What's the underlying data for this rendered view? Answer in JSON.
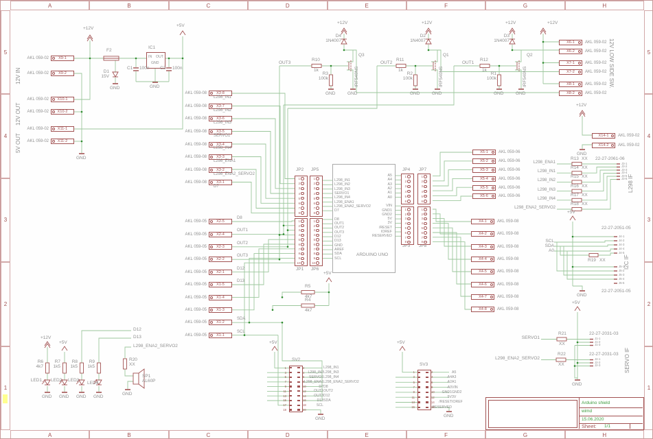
{
  "frame": {
    "columns": [
      "A",
      "B",
      "C",
      "D",
      "E",
      "F",
      "G",
      "H"
    ],
    "rows": [
      "5",
      "4",
      "3",
      "2",
      "1"
    ]
  },
  "title_block": {
    "project": "Arduino shield",
    "author": "wimd",
    "date": "15.06.2020",
    "sheet_label": "Sheet:",
    "sheet_value": "1/1"
  },
  "power": {
    "v12": "+12V",
    "v5": "+5V",
    "gnd": "GND"
  },
  "sections": {
    "in12v": "12V IN",
    "out12v": "12V OUT",
    "out5v": "5V OUT",
    "lowside": "12V LOW SIDE SW.",
    "l298": "L298 IF",
    "i2c": "I2C IF",
    "servo": "SERVO IF"
  },
  "psu": {
    "fuse": "F2",
    "ic": "IC1",
    "ic_in": "IN",
    "ic_out": "OUT",
    "ic_gnd": "GND",
    "d1": "D1",
    "d1v": "15V",
    "c1": "C1",
    "c1v": "100n",
    "c2": "C2",
    "c2v": "100n"
  },
  "terminals": {
    "x9": [
      {
        "type": "AKL 059-02",
        "name": "X9-1"
      },
      {
        "type": "AKL 059-02",
        "name": "X9-2"
      }
    ],
    "x10": [
      {
        "type": "AKL 059-02",
        "name": "X10-1"
      },
      {
        "type": "AKL 059-02",
        "name": "X10-2"
      }
    ],
    "x11": [
      {
        "type": "AKL 059-02",
        "name": "X11-1"
      },
      {
        "type": "AKL 059-02",
        "name": "X11-2"
      }
    ],
    "x3": [
      {
        "type": "AKL 059-08",
        "name": "X3-8",
        "signal": "L298_IN1"
      },
      {
        "type": "AKL 059-08",
        "name": "X3-7",
        "signal": "L298_IN2"
      },
      {
        "type": "AKL 059-08",
        "name": "X3-6",
        "signal": "L298_IN3"
      },
      {
        "type": "AKL 059-08",
        "name": "X3-5",
        "signal": "SERVO1"
      },
      {
        "type": "AKL 059-08",
        "name": "X3-4",
        "signal": "L298_IN4"
      },
      {
        "type": "AKL 059-08",
        "name": "X3-3",
        "signal": "L298_ENA1"
      },
      {
        "type": "AKL 059-08",
        "name": "X3-2",
        "signal": "L298_ENA2_SERVO2"
      },
      {
        "type": "AKL 059-08",
        "name": "X3-1",
        "signal": "D7"
      }
    ],
    "x21": [
      {
        "type": "AKL 059-05",
        "name": "X2-5",
        "signal": "D8"
      },
      {
        "type": "AKL 059-05",
        "name": "X2-4",
        "signal": "OUT1"
      },
      {
        "type": "AKL 059-05",
        "name": "X2-3",
        "signal": "OUT2"
      },
      {
        "type": "AKL 059-05",
        "name": "X2-2",
        "signal": "OUT3"
      },
      {
        "type": "AKL 059-05",
        "name": "X2-1",
        "signal": "D12"
      },
      {
        "type": "AKL 059-05",
        "name": "X1-5",
        "signal": "D13"
      },
      {
        "type": "AKL 059-05",
        "name": "X1-4",
        "signal": ""
      },
      {
        "type": "AKL 059-05",
        "name": "X1-3",
        "signal": ""
      },
      {
        "type": "AKL 059-05",
        "name": "X1-2",
        "signal": "SDA"
      },
      {
        "type": "AKL 059-05",
        "name": "X1-1",
        "signal": "SCL"
      }
    ],
    "x5": [
      {
        "name": "X5-1",
        "type": "AKL 059-06"
      },
      {
        "name": "X5-2",
        "type": "AKL 059-06"
      },
      {
        "name": "X5-3",
        "type": "AKL 059-06"
      },
      {
        "name": "X5-4",
        "type": "AKL 059-06"
      },
      {
        "name": "X5-5",
        "type": "AKL 059-06"
      },
      {
        "name": "X5-6",
        "type": "AKL 059-06"
      }
    ],
    "x4": [
      {
        "name": "X4-1",
        "type": "AKL 059-08"
      },
      {
        "name": "X4-2",
        "type": "AKL 059-08"
      },
      {
        "name": "X4-3",
        "type": "AKL 059-08"
      },
      {
        "name": "X4-4",
        "type": "AKL 059-08"
      },
      {
        "name": "X4-5",
        "type": "AKL 059-08"
      },
      {
        "name": "X4-6",
        "type": "AKL 059-08"
      },
      {
        "name": "X4-7",
        "type": "AKL 059-08"
      },
      {
        "name": "X4-8",
        "type": "AKL 059-08"
      }
    ],
    "x678": [
      {
        "name": "X6-1",
        "type": "AKL 059-02"
      },
      {
        "name": "X6-2",
        "type": "AKL 059-02"
      },
      {
        "name": "X7-1",
        "type": "AKL 059-02"
      },
      {
        "name": "X7-2",
        "type": "AKL 059-02"
      },
      {
        "name": "X8-1",
        "type": "AKL 059-02"
      },
      {
        "name": "X8-2",
        "type": "AKL 059-02"
      }
    ],
    "x14": [
      {
        "name": "X14-1",
        "type": "AKL 059-02"
      },
      {
        "name": "X14-2",
        "type": "AKL 059-02"
      }
    ]
  },
  "headers": {
    "jp2": {
      "label": "JP2",
      "pins": [
        "1",
        "2",
        "3",
        "4",
        "5",
        "6",
        "7",
        "8"
      ]
    },
    "jp5": {
      "label": "JP5",
      "pins": [
        "1",
        "2",
        "3",
        "4",
        "5",
        "6",
        "7",
        "8"
      ]
    },
    "jp1": {
      "label": "JP1",
      "pins": [
        "1",
        "2",
        "3",
        "4",
        "5",
        "6",
        "7",
        "8",
        "9",
        "10"
      ]
    },
    "jp6": {
      "label": "JP6",
      "pins": [
        "1",
        "2",
        "3",
        "4",
        "5",
        "6",
        "7",
        "8",
        "9",
        "10"
      ]
    },
    "jp4": {
      "label": "JP4",
      "pins": [
        "1",
        "2",
        "3",
        "4",
        "5",
        "6"
      ]
    },
    "jp7": {
      "label": "JP7",
      "pins": [
        "1",
        "2",
        "3",
        "4",
        "5",
        "6"
      ]
    },
    "jp3": {
      "label": "JP3",
      "pins": [
        "1",
        "2",
        "3",
        "4",
        "5",
        "6",
        "7",
        "8"
      ]
    },
    "jp8": {
      "label": "JP8",
      "pins": [
        "1",
        "2",
        "3",
        "4",
        "5",
        "6",
        "7",
        "8"
      ]
    }
  },
  "arduino": {
    "name": "ARDUINO UNO",
    "left": [
      "L298_IN1",
      "L298_IN2",
      "L298_IN3",
      "SERVO1",
      "L298_IN4",
      "L298_ENA1",
      "L298_ENA2_SERVO2",
      "D7",
      "",
      "D8",
      "OUT1",
      "OUT2",
      "OUT3",
      "D12",
      "D13",
      "GND",
      "AREF",
      "SDA",
      "SCL"
    ],
    "right": [
      "A5",
      "A4",
      "A3",
      "A2",
      "A1",
      "A0",
      "",
      "VIN",
      "GND1",
      "GND2",
      "5V",
      "3V",
      "/RESET",
      "IOREF",
      "RESERVED"
    ]
  },
  "mosfets": [
    {
      "out": "OUT3",
      "rg": "R10",
      "rgv": "1k",
      "rp": "R3",
      "rpv": "100k",
      "d": "D4",
      "dv": "1N4007",
      "q": "Q3",
      "qv": "IRF540NS"
    },
    {
      "out": "OUT2",
      "rg": "R11",
      "rgv": "1k",
      "rp": "R2",
      "rpv": "100k",
      "d": "D2",
      "dv": "1N4007",
      "q": "Q1",
      "qv": "IRF540NS"
    },
    {
      "out": "OUT1",
      "rg": "R12",
      "rgv": "1k",
      "rp": "R1",
      "rpv": "100k",
      "d": "D3",
      "dv": "1N4007",
      "q": "Q2",
      "qv": "IRF540NS"
    }
  ],
  "l298if": {
    "header": "22-27-2061-06",
    "rows": [
      {
        "signal": "L298_ENA1",
        "r": "R13",
        "rv": "XX"
      },
      {
        "signal": "L298_IN1",
        "r": "R14",
        "rv": "XX"
      },
      {
        "signal": "L298_IN2",
        "r": "R15",
        "rv": "XX"
      },
      {
        "signal": "L298_IN3",
        "r": "R16",
        "rv": "XX"
      },
      {
        "signal": "L298_IN4",
        "r": "R17",
        "rv": "XX"
      },
      {
        "signal": "L298_ENA2_SERVO2",
        "r": "R18",
        "rv": "XX"
      }
    ],
    "pins": [
      "J3-1",
      "J3-2",
      "J3-3",
      "J3-4",
      "J3-5",
      "J3-6"
    ]
  },
  "i2cif": {
    "header_top": "22-27-2051-05",
    "header_bottom": "22-27-2051-05",
    "signals": [
      "SCL",
      "SDA",
      "A0"
    ],
    "r": "R19",
    "rv": "XX",
    "pins_top": [
      "J4-1",
      "J4-2",
      "J4-3",
      "J4-4",
      "J4-5"
    ],
    "pins_bottom": [
      "J5-1",
      "J5-2",
      "J5-3",
      "J5-4",
      "J5-5"
    ]
  },
  "servoif": {
    "header1": "22-27-2031-03",
    "header2": "22-27-2031-03",
    "signal1": "SERVO1",
    "signal2": "L298_ENA2_SERVO2",
    "r21": "R21",
    "r21v": "XX",
    "r22": "R22",
    "r22v": "XX",
    "pins1": [
      "J1-1",
      "J1-2",
      "J1-3"
    ],
    "pins2": [
      "J2-1",
      "J2-2",
      "J2-3"
    ]
  },
  "leds": [
    {
      "r": "R6",
      "rv": "4k7",
      "led": "LED1"
    },
    {
      "r": "R7",
      "rv": "1k5",
      "led": "LED2"
    },
    {
      "r": "R8",
      "rv": "1k5",
      "led": "LED3"
    },
    {
      "r": "R9",
      "rv": "1k5",
      "led": "LED4"
    }
  ],
  "speaker": {
    "r": "R20",
    "rv": "XX",
    "name": "SP1",
    "value": "AL60P"
  },
  "bottom_signals": {
    "d12": "D12",
    "d13": "D13",
    "ena2": "L298_ENA2_SERVO2"
  },
  "pullups": {
    "r5": "R5",
    "r5v": "4k7",
    "r4": "R4",
    "r4v": "4k7"
  },
  "sv2": {
    "label": "SV2",
    "rows": [
      {
        "ln": "1",
        "ll": "",
        "rn": "2",
        "rl": "L298_IN1"
      },
      {
        "ln": "3",
        "ll": "L298_IN2",
        "rn": "4",
        "rl": "L298_IN3"
      },
      {
        "ln": "5",
        "ll": "SERVO1",
        "rn": "6",
        "rl": "L298_IN4"
      },
      {
        "ln": "7",
        "ll": "L298_ENA1",
        "rn": "8",
        "rl": "L298_ENA2_SERVO2"
      },
      {
        "ln": "9",
        "ll": "D7",
        "rn": "10",
        "rl": "D8"
      },
      {
        "ln": "11",
        "ll": "OUT1",
        "rn": "12",
        "rl": "OUT2"
      },
      {
        "ln": "13",
        "ll": "OUT3",
        "rn": "14",
        "rl": "D12"
      },
      {
        "ln": "15",
        "ll": "D13",
        "rn": "16",
        "rl": "SDA"
      },
      {
        "ln": "17",
        "ll": "SCL",
        "rn": "18",
        "rl": ""
      },
      {
        "ln": "19",
        "ll": "",
        "rn": "20",
        "rl": ""
      }
    ]
  },
  "sv3": {
    "label": "SV3",
    "rows": [
      {
        "ln": "1",
        "ll": "",
        "rn": "2",
        "rl": "A5"
      },
      {
        "ln": "3",
        "ll": "A4",
        "rn": "4",
        "rl": "A3"
      },
      {
        "ln": "5",
        "ll": "A2",
        "rn": "6",
        "rl": "A1"
      },
      {
        "ln": "7",
        "ll": "A0",
        "rn": "8",
        "rl": "VIN"
      },
      {
        "ln": "9",
        "ll": "GND1",
        "rn": "10",
        "rl": "GND2"
      },
      {
        "ln": "11",
        "ll": "5V",
        "rn": "12",
        "rl": "3V"
      },
      {
        "ln": "13",
        "ll": "/RESET",
        "rn": "14",
        "rl": "IOREF"
      },
      {
        "ln": "15",
        "ll": "RESERVED",
        "rn": "16",
        "rl": ""
      }
    ]
  }
}
